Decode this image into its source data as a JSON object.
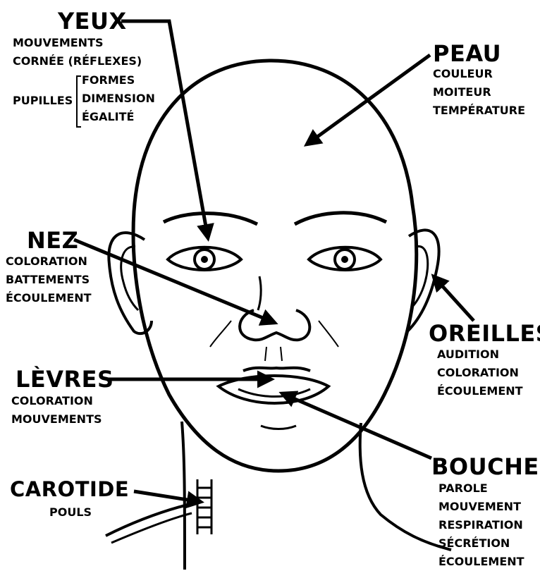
{
  "yeux": {
    "title": "YEUX",
    "items": [
      "MOUVEMENTS",
      "CORNÉE (RÉFLEXES)"
    ],
    "pupilles_label": "PUPILLES",
    "pupilles_items": [
      "FORMES",
      "DIMENSION",
      "ÉGALITÉ"
    ]
  },
  "peau": {
    "title": "PEAU",
    "items": [
      "COULEUR",
      "MOITEUR",
      "TEMPÉRATURE"
    ]
  },
  "nez": {
    "title": "NEZ",
    "items": [
      "COLORATION",
      "BATTEMENTS",
      "ÉCOULEMENT"
    ]
  },
  "oreilles": {
    "title": "OREILLES",
    "items": [
      "AUDITION",
      "COLORATION",
      "ÉCOULEMENT"
    ]
  },
  "levres": {
    "title": "LÈVRES",
    "items": [
      "COLORATION",
      "MOUVEMENTS"
    ]
  },
  "bouche": {
    "title": "BOUCHE",
    "items": [
      "PAROLE",
      "MOUVEMENT",
      "RESPIRATION",
      "SÉCRÉTION",
      "ÉCOULEMENT"
    ]
  },
  "carotide": {
    "title": "CAROTIDE",
    "items": [
      "POULS"
    ]
  }
}
